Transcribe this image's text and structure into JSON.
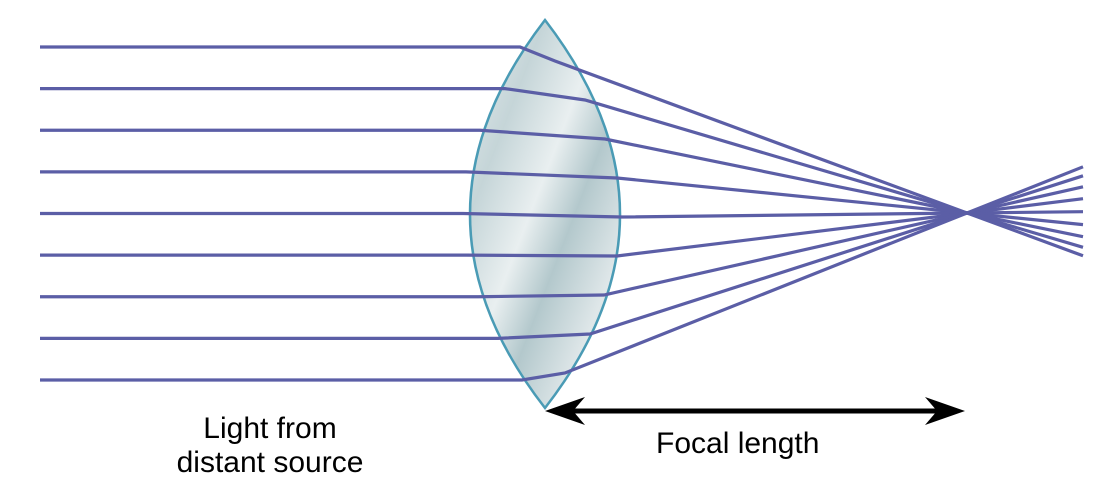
{
  "labels": {
    "source_line1": "Light from",
    "source_line2": "distant source",
    "focal_length": "Focal length"
  },
  "colors": {
    "ray": "#5b5ea6",
    "lens_outline": "#4a9bb5",
    "lens_fill_light": "#e4eaec",
    "lens_fill_dark": "#a9c0c4",
    "arrow": "#000000"
  },
  "ray_count": 9
}
